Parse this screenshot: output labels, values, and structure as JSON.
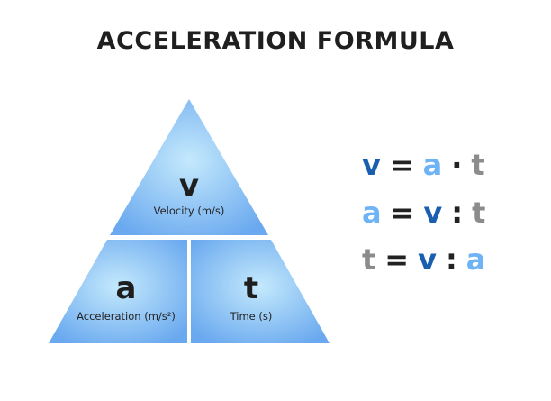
{
  "title": "ACCELERATION FORMULA",
  "triangle": {
    "top": {
      "symbol": "v",
      "label": "Velocity (m/s)"
    },
    "left": {
      "symbol": "a",
      "label": "Acceleration (m/s²)"
    },
    "right": {
      "symbol": "t",
      "label": "Time (s)"
    }
  },
  "formulas": [
    [
      "v",
      "=",
      "a",
      "·",
      "t"
    ],
    [
      "a",
      "=",
      "v",
      ":",
      "t"
    ],
    [
      "t",
      "=",
      "v",
      ":",
      "a"
    ]
  ],
  "colors": {
    "v": "#1a5eb0",
    "a": "#6db3f5",
    "t": "#8c8c8c",
    "fill_light": "#bfe6fb",
    "fill_dark": "#6aaaf0"
  }
}
